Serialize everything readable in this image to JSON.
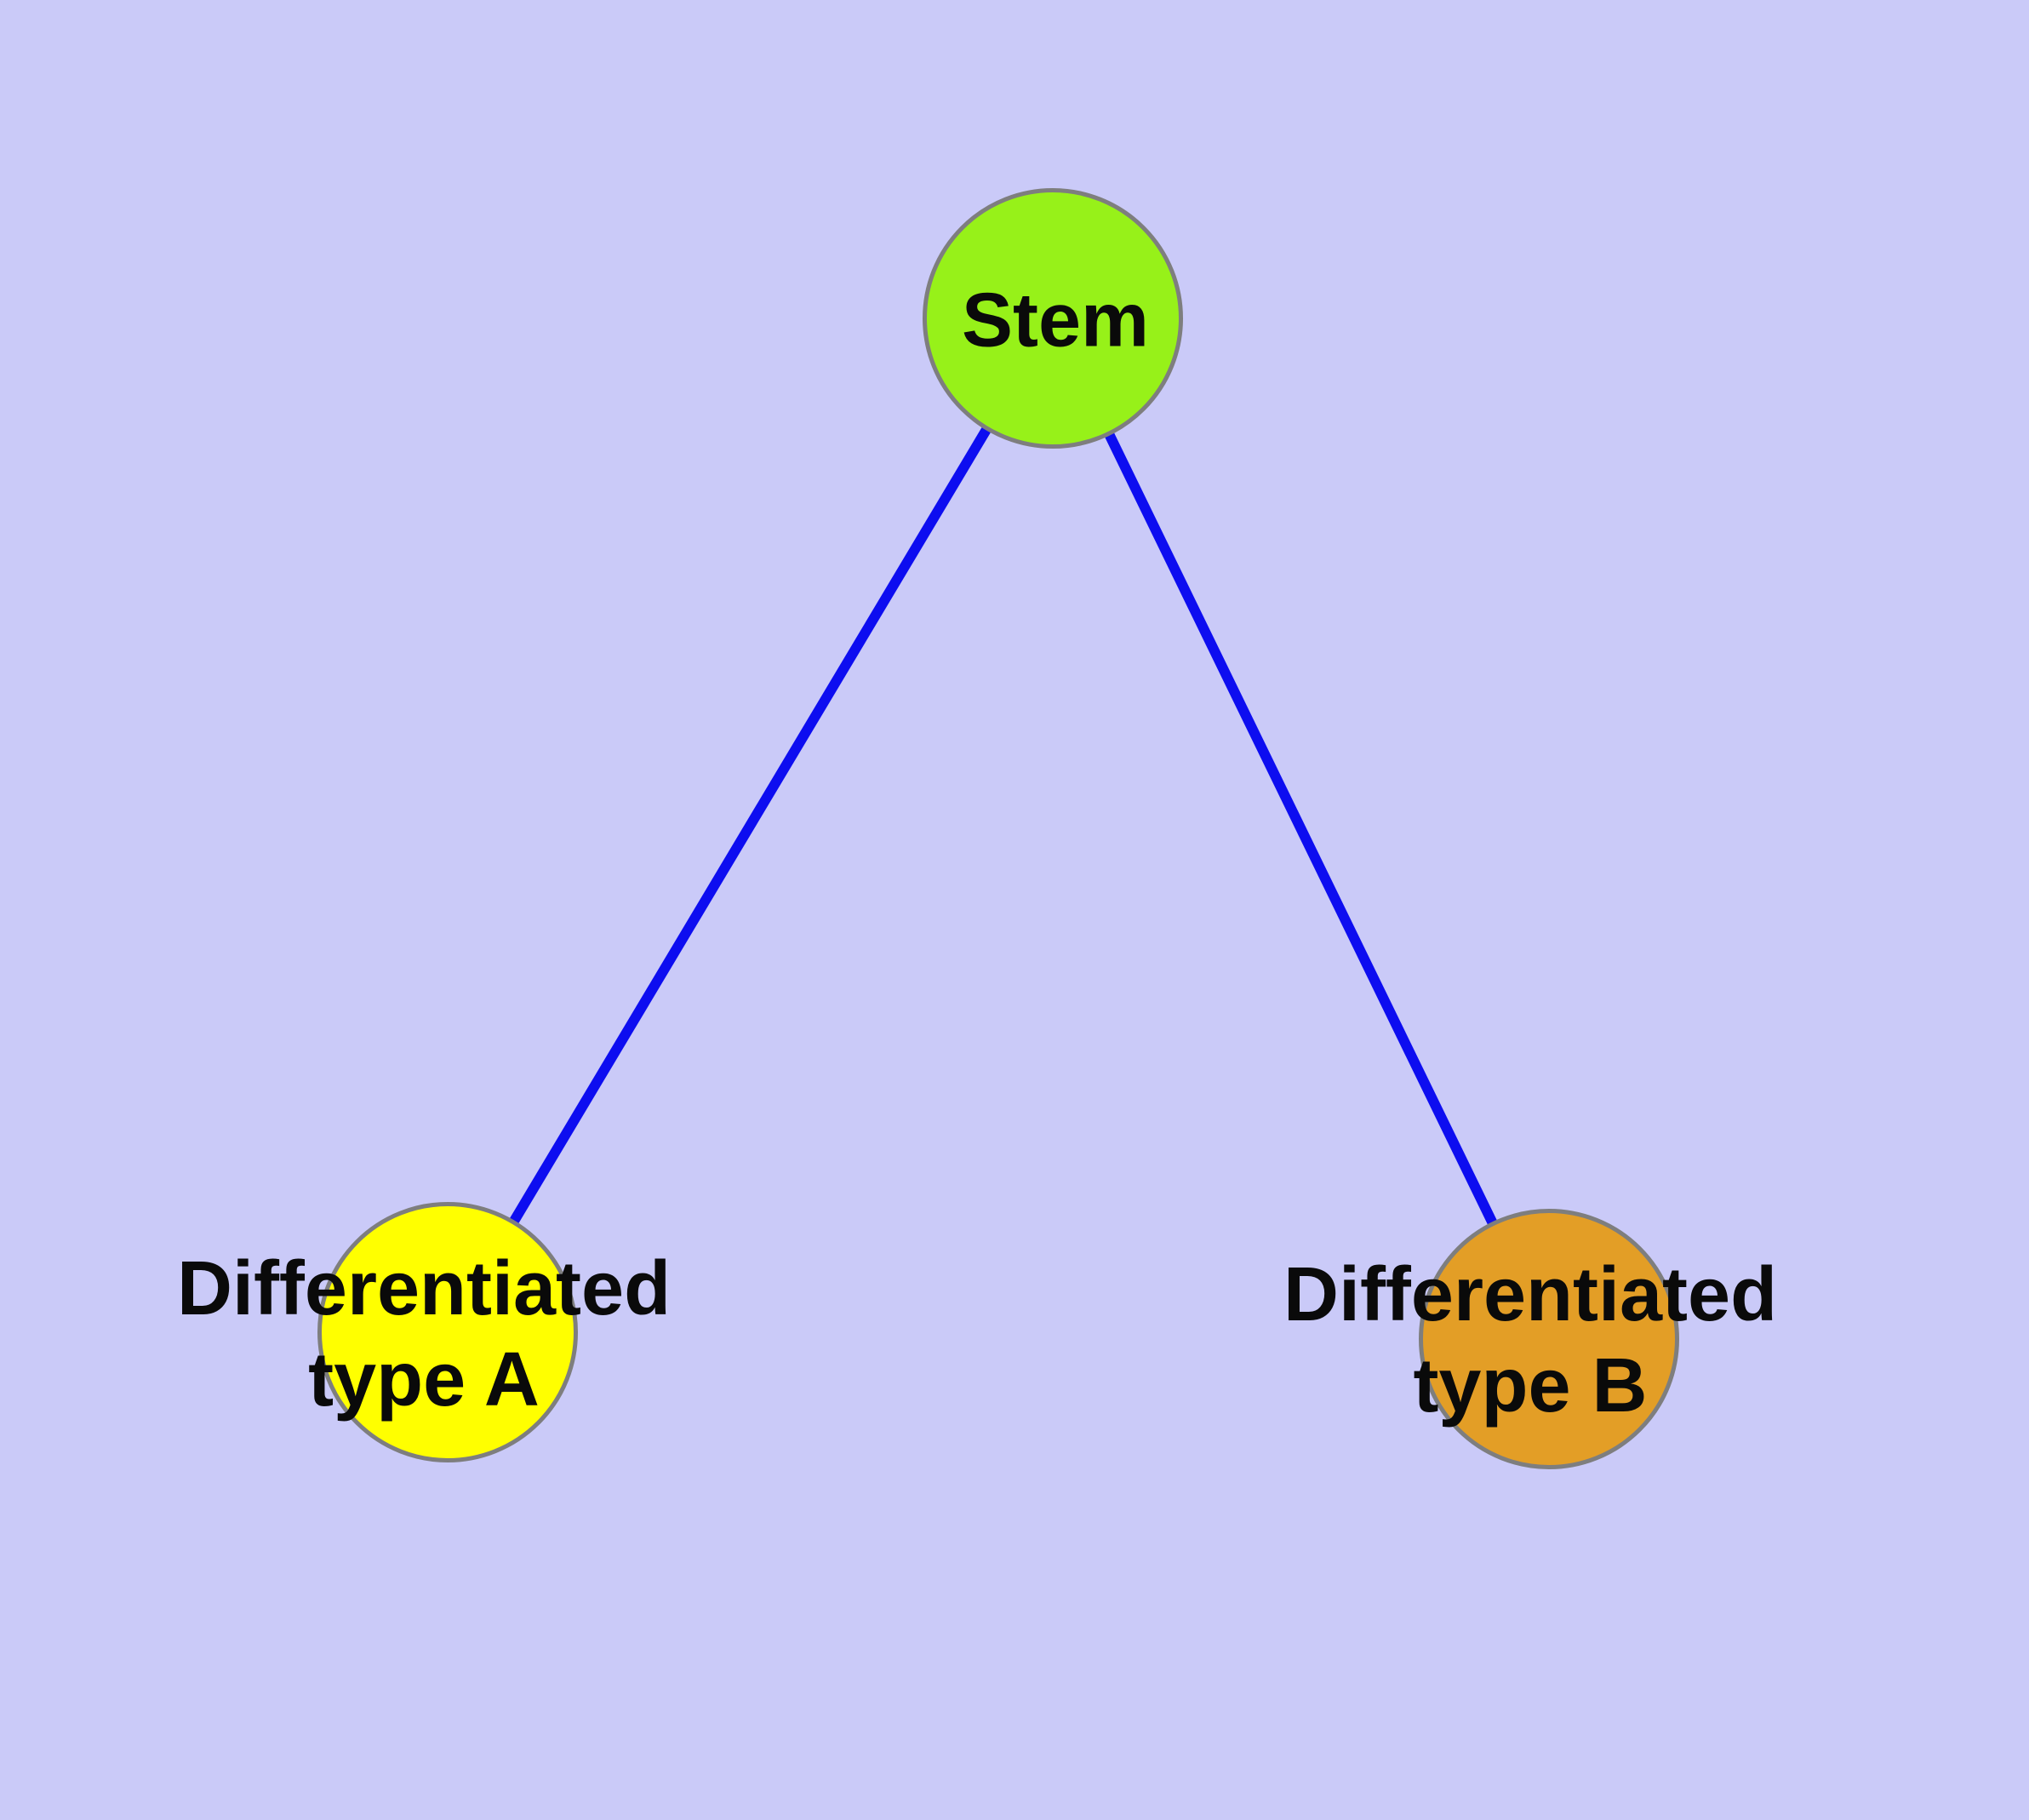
{
  "diagram": {
    "background_color": "#CACAF8",
    "edge_color": "#0D0DF0",
    "node_border_color": "#7E7E7E",
    "text_color": "#0A0A0A",
    "nodes": {
      "stem": {
        "label": "Stem",
        "fill": "#97F119"
      },
      "typeA": {
        "label_line1": "Differentiated",
        "label_line2": "type A",
        "fill": "#FFFF00"
      },
      "typeB": {
        "label_line1": "Differentiated",
        "label_line2": "type B",
        "fill": "#E39E26"
      }
    },
    "edges": [
      {
        "from": "Stem",
        "to": "Differentiated type A"
      },
      {
        "from": "Stem",
        "to": "Differentiated type B"
      }
    ]
  }
}
